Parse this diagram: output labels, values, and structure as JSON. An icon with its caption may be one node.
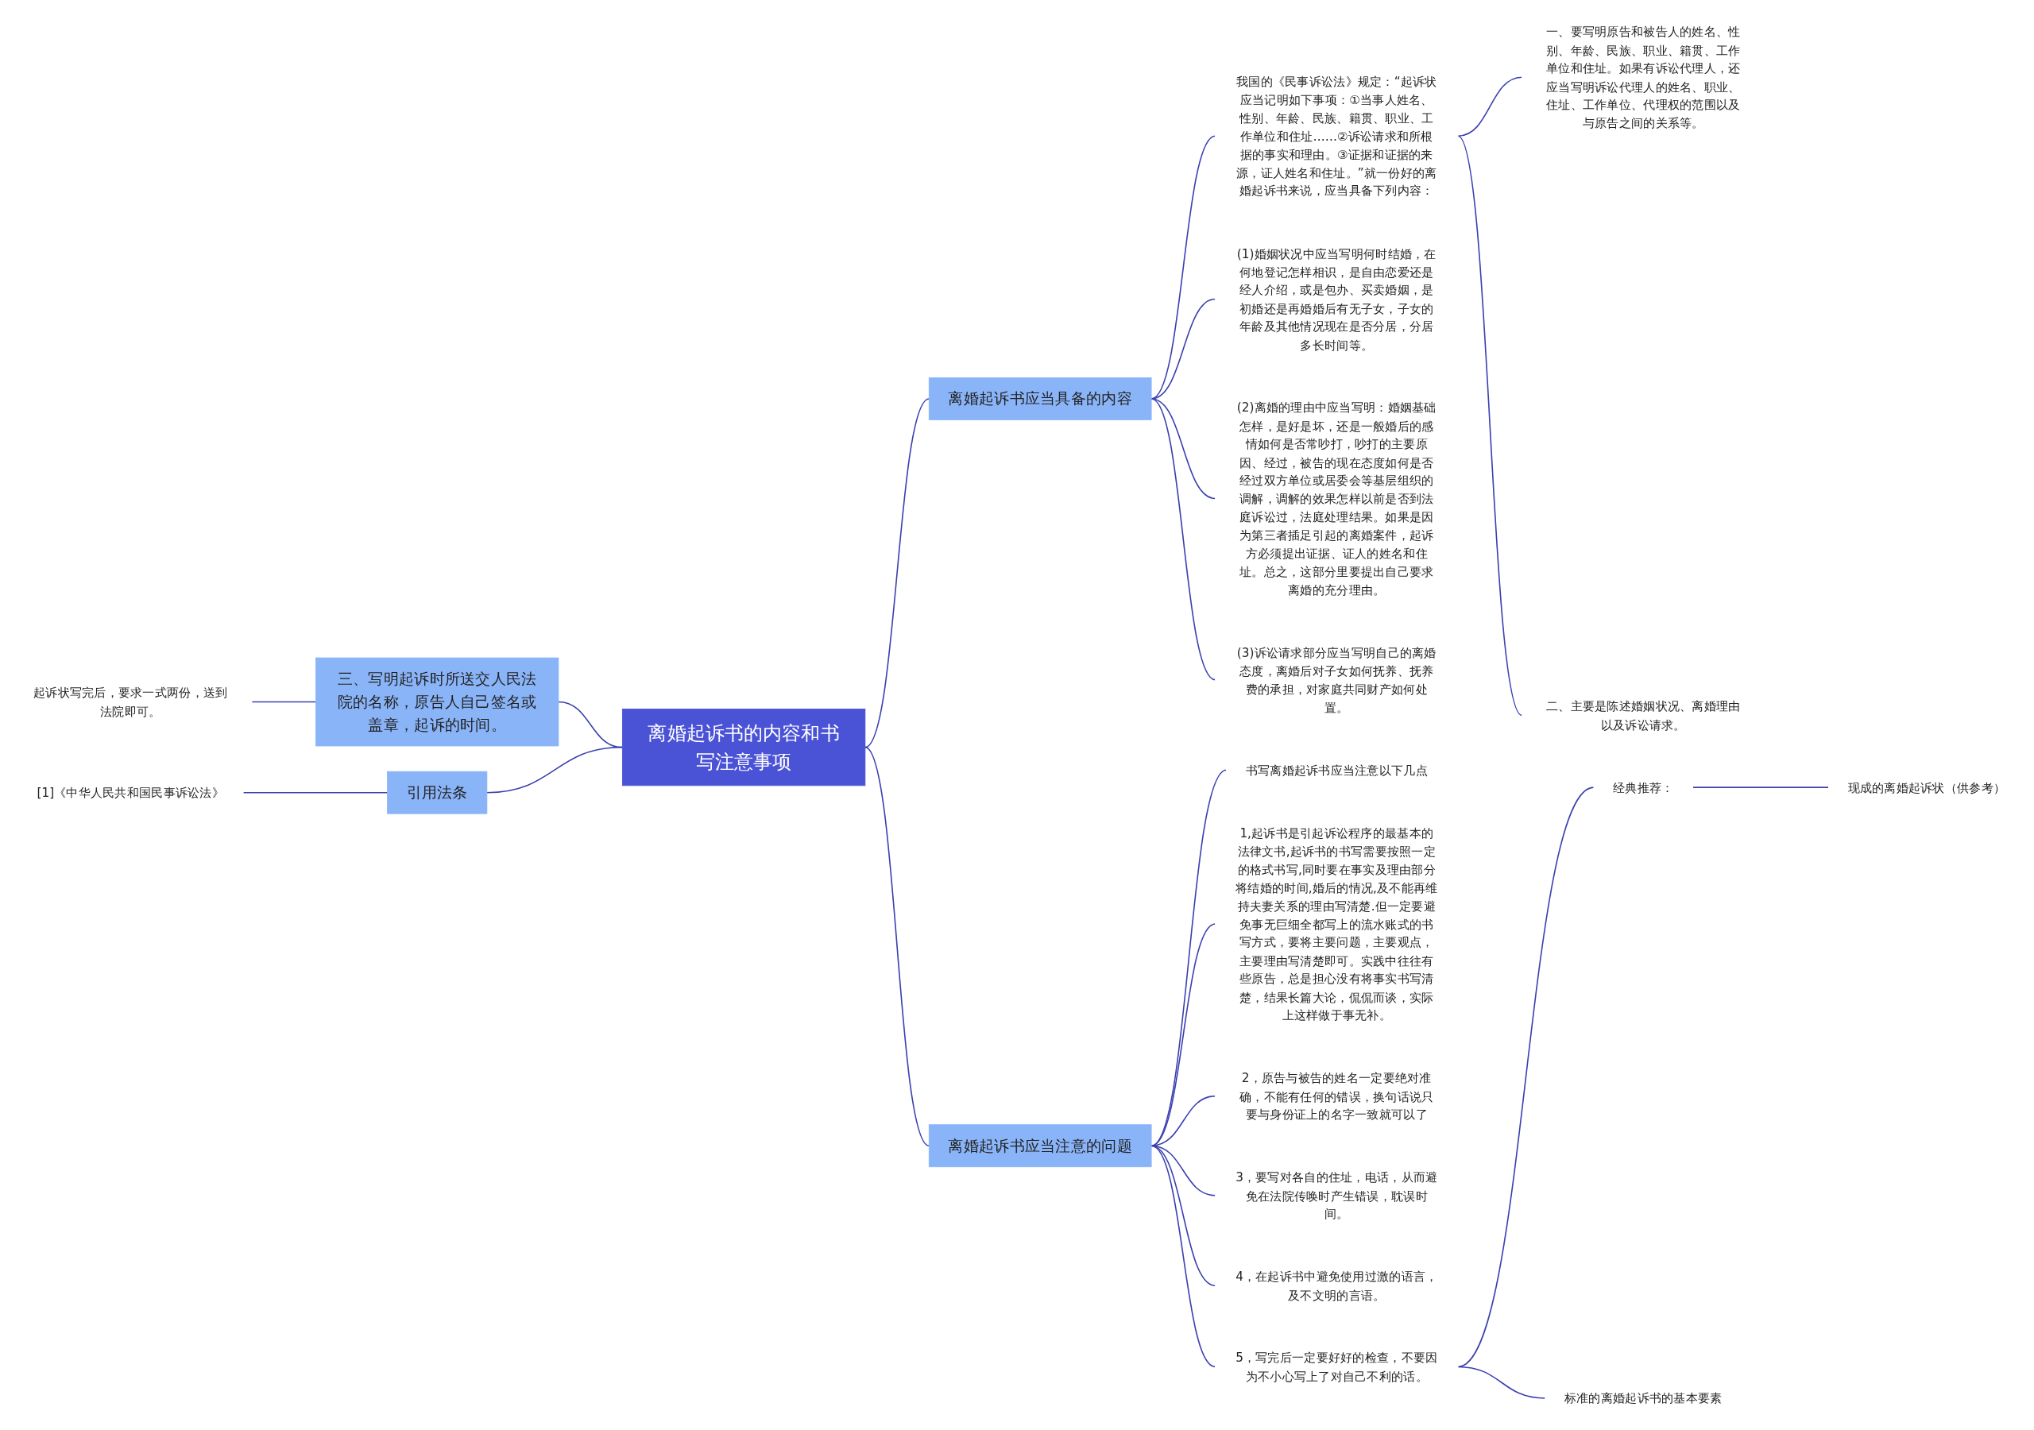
{
  "diagram": {
    "nodes": [
      {
        "text": [
          "离婚起诉书的内容和书写注意事项"
        ]
      },
      {
        "text": [
          "离婚起诉书应当具备的内容"
        ]
      },
      {
        "text": [
          "我国的《民事诉讼法》规定：“起诉状应当记明如下事项：①当事人姓名、性别、年龄、民族、籍贯、职业、工作单位和住址……②诉讼请求和所根据的事实和理由。③证据和证据的来源，证人姓名和住址。”就一份好的离婚起诉书来说，应当具备下列内容："
        ]
      },
      {
        "text": [
          "一、要写明原告和被告人的姓名、性别、年龄、民族、职业、籍贯、工作单位和住址。如果有诉讼代理人，还应当写明诉讼代理人的姓名、职业、住址、工作单位、代理权的范围以及与原告之间的关系等。"
        ]
      },
      {
        "text": [
          "二、主要是陈述婚姻状况、离婚理由以及诉讼请求。"
        ]
      },
      {
        "text": [
          "(1)婚姻状况中应当写明何时结婚，在何地登记怎样相识，是自由恋爱还是经人介绍，或是包办、买卖婚姻，是初婚还是再婚婚后有无子女，子女的年龄及其他情况现在是否分居，分居多长时间等。"
        ]
      },
      {
        "text": [
          "(2)离婚的理由中应当写明：婚姻基础怎样，是好是坏，还是一般婚后的感情如何是否常吵打，吵打的主要原因、经过，被告的现在态度如何是否经过双方单位或居委会等基层组织的调解，调解的效果怎样以前是否到法庭诉讼过，法庭处理结果。如果是因为第三者插足引起的离婚案件，起诉方必须提出证据、证人的姓名和住址。总之，这部分里要提出自己要求离婚的充分理由。"
        ]
      },
      {
        "text": [
          "(3)诉讼请求部分应当写明自己的离婚态度，离婚后对子女如何抚养、抚养费的承担，对家庭共同财产如何处置。"
        ]
      },
      {
        "text": [
          "离婚起诉书应当注意的问题"
        ]
      },
      {
        "text": [
          "书写离婚起诉书应当注意以下几点"
        ]
      },
      {
        "text": [
          "1,起诉书是引起诉讼程序的最基本的法律文书,起诉书的书写需要按照一定的格式书写,同时要在事实及理由部分将结婚的时间,婚后的情况,及不能再维持夫妻关系的理由写清楚.但一定要避免事无巨细全都写上的流水账式的书写方式，要将主要问题，主要观点，主要理由写清楚即可。实践中往往有些原告，总是担心没有将事实书写清楚，结果长篇大论，侃侃而谈，实际上这样做于事无补。"
        ]
      },
      {
        "text": [
          "2，原告与被告的姓名一定要绝对准确，不能有任何的错误，换句话说只要与身份证上的名字一致就可以了"
        ]
      },
      {
        "text": [
          "3，要写对各自的住址，电话，从而避免在法院传唤时产生错误，耽误时间。"
        ]
      },
      {
        "text": [
          "4，在起诉书中避免使用过激的语言，及不文明的言语。"
        ]
      },
      {
        "text": [
          "5，写完后一定要好好的检查，不要因为不小心写上了对自己不利的话。"
        ]
      },
      {
        "text": [
          "经典推荐："
        ]
      },
      {
        "text": [
          "现成的离婚起诉状（供参考）"
        ]
      },
      {
        "text": [
          "标准的离婚起诉书的基本要素"
        ]
      },
      {
        "text": [
          "三、写明起诉时所送交人民法院的名称，原告人自己签名或盖章，起诉的时间。"
        ]
      },
      {
        "text": [
          "起诉状写完后，要求一式两份，送到法院即可。"
        ]
      },
      {
        "text": [
          "引用法条"
        ]
      },
      {
        "text": [
          "[1]《中华人民共和国民事诉讼法》"
        ]
      }
    ],
    "edges": [
      {
        "from": 0,
        "to": 1,
        "arrow": "none"
      },
      {
        "from": 1,
        "to": 2,
        "arrow": "none"
      },
      {
        "from": 2,
        "to": 3,
        "arrow": "none"
      },
      {
        "from": 2,
        "to": 4,
        "arrow": "none"
      },
      {
        "from": 1,
        "to": 5,
        "arrow": "none"
      },
      {
        "from": 1,
        "to": 6,
        "arrow": "none"
      },
      {
        "from": 1,
        "to": 7,
        "arrow": "none"
      },
      {
        "from": 0,
        "to": 8,
        "arrow": "none"
      },
      {
        "from": 8,
        "to": 9,
        "arrow": "none"
      },
      {
        "from": 8,
        "to": 10,
        "arrow": "none"
      },
      {
        "from": 8,
        "to": 11,
        "arrow": "none"
      },
      {
        "from": 8,
        "to": 12,
        "arrow": "none"
      },
      {
        "from": 8,
        "to": 13,
        "arrow": "none"
      },
      {
        "from": 8,
        "to": 14,
        "arrow": "none"
      },
      {
        "from": 14,
        "to": 15,
        "arrow": "none"
      },
      {
        "from": 15,
        "to": 16,
        "arrow": "none"
      },
      {
        "from": 14,
        "to": 17,
        "arrow": "none"
      },
      {
        "from": 0,
        "to": 18,
        "arrow": "none"
      },
      {
        "from": 18,
        "to": 19,
        "arrow": "none"
      },
      {
        "from": 0,
        "to": 20,
        "arrow": "none"
      },
      {
        "from": 20,
        "to": 21,
        "arrow": "none"
      }
    ]
  }
}
